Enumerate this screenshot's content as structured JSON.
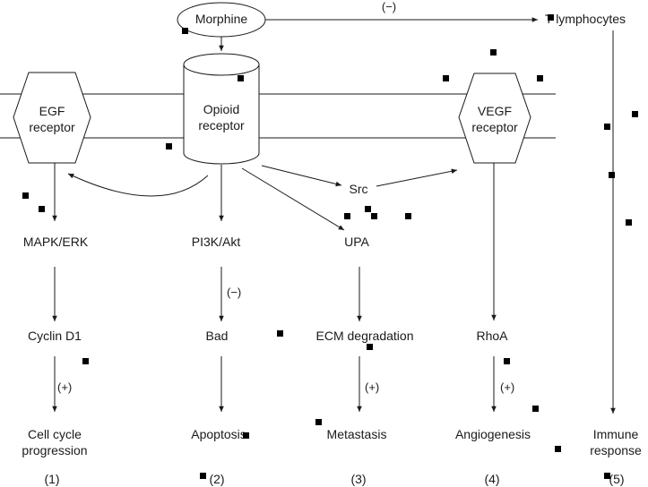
{
  "nodes": {
    "morphine": "Morphine",
    "opioid_receptor": [
      "Opioid",
      "receptor"
    ],
    "egf_receptor": [
      "EGF",
      "receptor"
    ],
    "vegf_receptor": [
      "VEGF",
      "receptor"
    ],
    "t_lymphocytes": "T lymphocytes",
    "src": "Src",
    "mapk_erk": "MAPK/ERK",
    "pi3k_akt": "PI3K/Akt",
    "upa": "UPA",
    "cyclin_d1": "Cyclin D1",
    "bad": "Bad",
    "ecm_degradation": "ECM degradation",
    "rhoa": "RhoA"
  },
  "outcomes": {
    "cell_cycle": [
      "Cell cycle",
      "progression"
    ],
    "apoptosis": "Apoptosis",
    "metastasis": "Metastasis",
    "angiogenesis": "Angiogenesis",
    "immune_response": [
      "Immune",
      "response"
    ]
  },
  "effects": {
    "morphine_to_t_lymphocytes": "(−)",
    "pi3k_to_bad": "(−)",
    "cyclin_to_cell_cycle": "(+)",
    "ecm_to_metastasis": "(+)",
    "rhoa_to_angiogenesis": "(+)"
  },
  "pathway_numbers": [
    "(1)",
    "(2)",
    "(3)",
    "(4)",
    "(5)"
  ],
  "colors": {
    "line": "#1a1a1a",
    "background": "#ffffff",
    "marker": "#000000"
  }
}
